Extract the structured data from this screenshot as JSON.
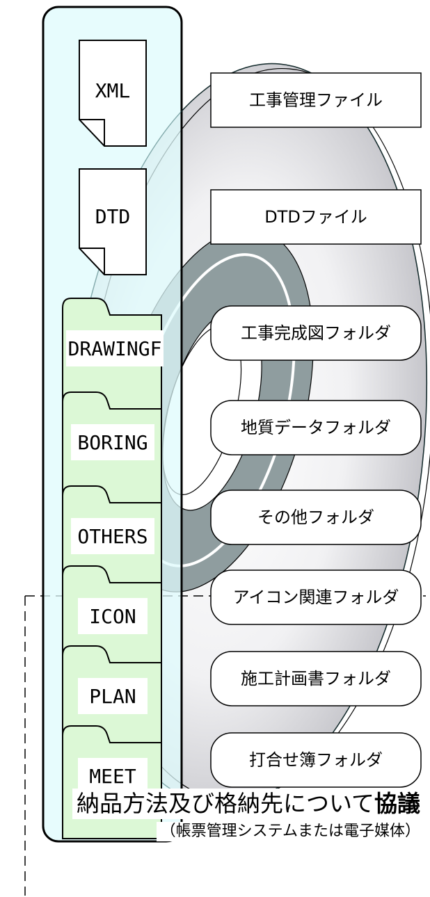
{
  "files": [
    {
      "label": "XML",
      "description": "工事管理ファイル"
    },
    {
      "label": "DTD",
      "description": "DTDファイル"
    }
  ],
  "folders": [
    {
      "label": "DRAWINGF",
      "description": "工事完成図フォルダ"
    },
    {
      "label": "BORING",
      "description": "地質データフォルダ"
    },
    {
      "label": "OTHERS",
      "description": "その他フォルダ"
    },
    {
      "label": "ICON",
      "description": "アイコン関連フォルダ"
    },
    {
      "label": "PLAN",
      "description": "施工計画書フォルダ"
    },
    {
      "label": "MEET",
      "description": "打合せ簿フォルダ"
    }
  ],
  "note": {
    "prefix": "納品方法及び格納先について",
    "emphasis": "協議",
    "sub": "（帳票管理システムまたは電子媒体）"
  },
  "colors": {
    "panel_fill": "#dffbfc",
    "folder_fill": "#dcf8d6",
    "disc_fill": "#e9e9ec",
    "hub_ring": "#9aa7aa"
  },
  "icons": {
    "file": "document-icon",
    "folder": "folder-icon",
    "media": "disc-icon"
  }
}
